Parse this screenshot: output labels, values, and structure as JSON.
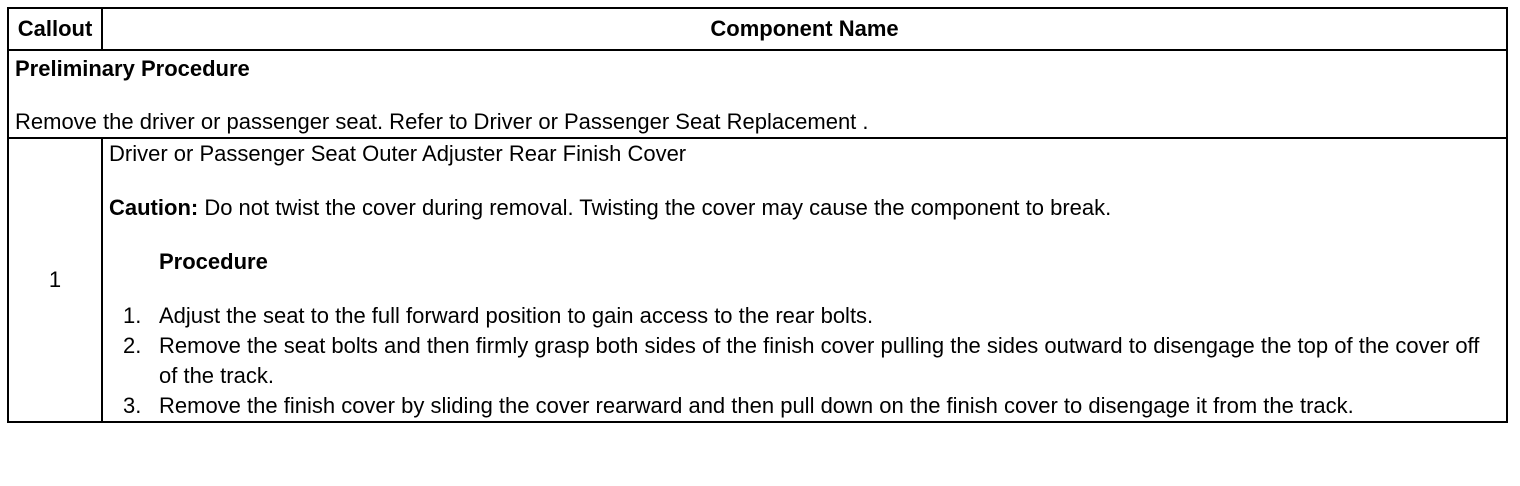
{
  "table": {
    "header": {
      "callout": "Callout",
      "component_name": "Component Name"
    },
    "preliminary": {
      "title": "Preliminary Procedure",
      "text": "Remove the driver or passenger seat. Refer to Driver or Passenger Seat Replacement ."
    },
    "rows": [
      {
        "callout": "1",
        "component": "Driver or Passenger Seat Outer Adjuster Rear Finish Cover",
        "caution_label": "Caution:",
        "caution_text": " Do not twist the cover during removal. Twisting the cover may cause the component to break.",
        "procedure_title": "Procedure",
        "steps": [
          {
            "num": "1.",
            "text": "Adjust the seat to the full forward position to gain access to the rear bolts."
          },
          {
            "num": "2.",
            "text": "Remove the seat bolts and then firmly grasp both sides of the finish cover pulling the sides outward to disengage the top of the cover off of the track."
          },
          {
            "num": "3.",
            "text": "Remove the finish cover by sliding the cover rearward and then pull down on the finish cover to disengage it from the track."
          }
        ]
      }
    ]
  }
}
